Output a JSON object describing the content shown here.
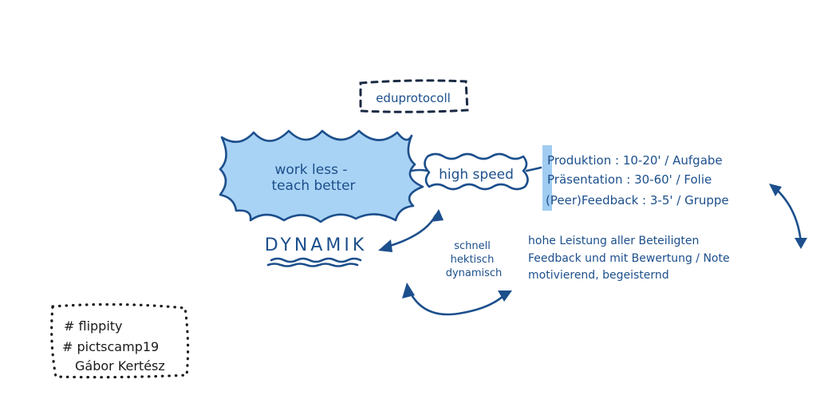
{
  "colors": {
    "ink": "#1c4f8c",
    "fill": "#a9d3f5",
    "highlight": "#8fc3ee",
    "black": "#1a1a1a"
  },
  "tag": "eduprotocoll",
  "burst": {
    "line1": "work less -",
    "line2": "teach better"
  },
  "dynamik": "DYNAMIK",
  "speed_label": "high speed",
  "timings": [
    "Produktion : 10-20' / Aufgabe",
    "Präsentation : 30-60' / Folie",
    "(Peer)Feedback : 3-5' / Gruppe"
  ],
  "adjectives": [
    "schnell",
    "hektisch",
    "dynamisch"
  ],
  "outcomes": [
    "hohe Leistung aller Beteiligten",
    "Feedback und mit Bewertung / Note",
    "motivierend, begeisternd"
  ],
  "credits": [
    "# flippity",
    "# pictscamp19",
    "Gábor Kertész"
  ]
}
